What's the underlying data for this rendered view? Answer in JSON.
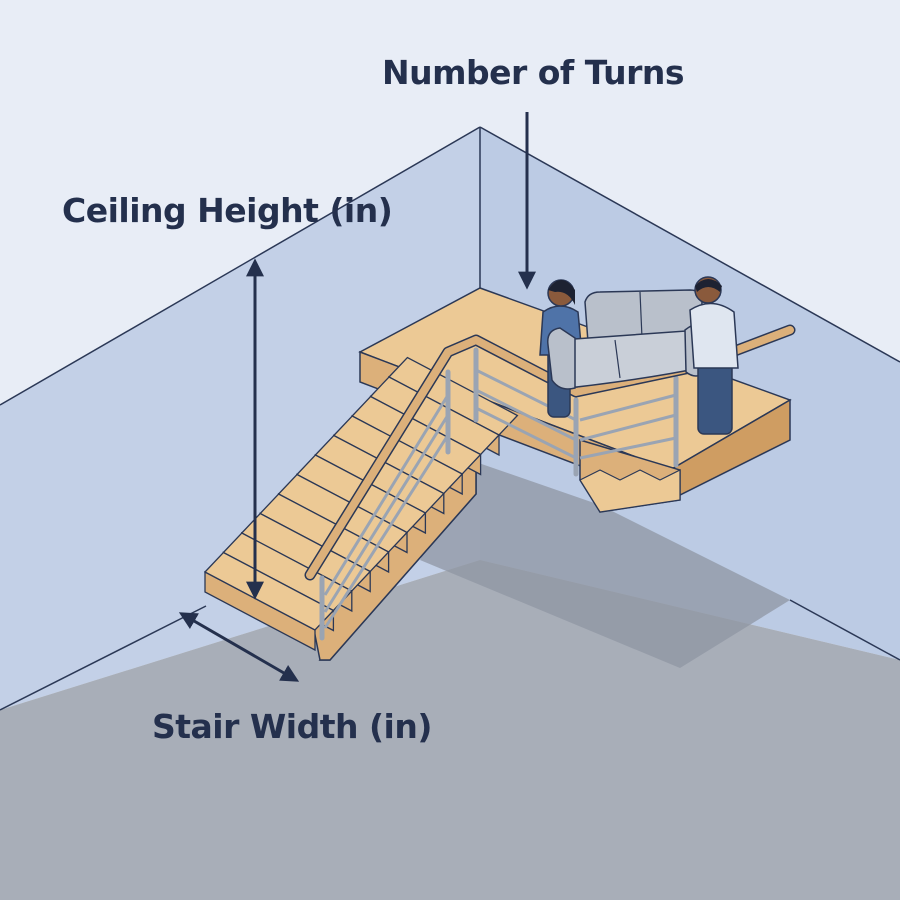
{
  "labels": {
    "number_of_turns": "Number of Turns",
    "ceiling_height": "Ceiling Height (in)",
    "stair_width": "Stair Width (in)"
  },
  "colors": {
    "background": "#e8edf6",
    "wall": "#c3d0e7",
    "wall_right": "#bccbe4",
    "floor": "#a8aeb8",
    "shadow": "#8f96a3",
    "wood_top": "#ecc995",
    "wood_riser": "#dcb07a",
    "wood_side": "#cf9d62",
    "outline": "#2b3856",
    "rail": "#9aa4b3",
    "text": "#24304d",
    "sofa": "#b9c0cb",
    "shirt_left": "#4f73a8",
    "shirt_right": "#dfe6f0",
    "pants": "#3b5680",
    "skin": "#8a5a3c",
    "hair": "#1d2232"
  },
  "icons": [
    "arrow-down-icon",
    "double-arrow-vertical-icon",
    "double-arrow-diagonal-icon"
  ]
}
